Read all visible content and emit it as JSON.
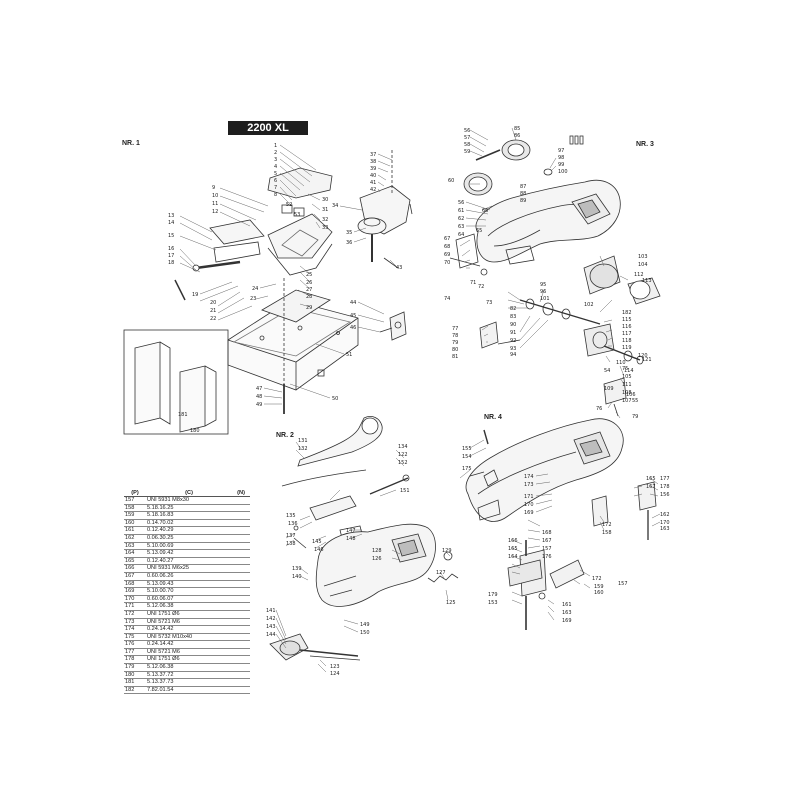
{
  "model_badge": "2200 XL",
  "sections": [
    "NR. 1",
    "NR. 2",
    "NR. 3",
    "NR. 4"
  ],
  "parts_table": {
    "headers": [
      "(P)",
      "(C)",
      "(N)"
    ],
    "rows": [
      [
        "157",
        "UNI 5931 M8x30",
        ""
      ],
      [
        "158",
        "5.18.16.25",
        ""
      ],
      [
        "159",
        "5.18.16.83",
        ""
      ],
      [
        "160",
        "0.14.70.02",
        ""
      ],
      [
        "161",
        "0.12.40.29",
        ""
      ],
      [
        "162",
        "0.06.30.25",
        ""
      ],
      [
        "163",
        "5.10.00.69",
        ""
      ],
      [
        "164",
        "5.13.09.42",
        ""
      ],
      [
        "165",
        "0.12.40.27",
        ""
      ],
      [
        "166",
        "UNI 5931 M6x25",
        ""
      ],
      [
        "167",
        "0.60.06.26",
        ""
      ],
      [
        "168",
        "5.13.09.43",
        ""
      ],
      [
        "169",
        "5.10.00.70",
        ""
      ],
      [
        "170",
        "0.60.06.07",
        ""
      ],
      [
        "171",
        "5.12.06.38",
        ""
      ],
      [
        "172",
        "UNI 1751 Ø6",
        ""
      ],
      [
        "173",
        "UNI 5721 M6",
        ""
      ],
      [
        "174",
        "0.24.14.42",
        ""
      ],
      [
        "175",
        "UNI 5732 M10x40",
        ""
      ],
      [
        "176",
        "0.24.14.42",
        ""
      ],
      [
        "177",
        "UNI 5721 M6",
        ""
      ],
      [
        "178",
        "UNI 1751 Ø6",
        ""
      ],
      [
        "179",
        "5.12.06.38",
        ""
      ],
      [
        "180",
        "5.13.37.72",
        ""
      ],
      [
        "181",
        "5.13.37.73",
        ""
      ],
      [
        "182",
        "7.82.01.54",
        ""
      ]
    ]
  },
  "callouts": {
    "nr1": [
      "1",
      "2",
      "3",
      "4",
      "5",
      "6",
      "7",
      "8",
      "9",
      "10",
      "11",
      "12",
      "13",
      "14",
      "15",
      "16",
      "17",
      "18",
      "19",
      "20",
      "21",
      "22",
      "23",
      "24",
      "25",
      "26",
      "27",
      "28",
      "29",
      "30",
      "31",
      "32",
      "33",
      "34",
      "35",
      "36",
      "37",
      "38",
      "39",
      "40",
      "41",
      "42",
      "43",
      "44",
      "45",
      "46",
      "47",
      "48",
      "49",
      "50",
      "51",
      "52",
      "53",
      "181",
      "180"
    ],
    "nr3": [
      "56",
      "57",
      "58",
      "59",
      "85",
      "86",
      "97",
      "98",
      "99",
      "100",
      "60",
      "66",
      "87",
      "88",
      "89",
      "56",
      "61",
      "62",
      "63",
      "64",
      "65",
      "67",
      "68",
      "69",
      "70",
      "71",
      "74",
      "72",
      "73",
      "77",
      "78",
      "79",
      "80",
      "81",
      "82",
      "83",
      "90",
      "91",
      "92",
      "93",
      "94",
      "95",
      "96",
      "101",
      "102",
      "103",
      "104",
      "112",
      "113",
      "182",
      "115",
      "116",
      "117",
      "118",
      "119",
      "120",
      "121",
      "75",
      "105",
      "111",
      "108",
      "107",
      "106",
      "55",
      "54",
      "109",
      "110",
      "114",
      "76",
      "79",
      "116"
    ],
    "nr2": [
      "131",
      "132",
      "134",
      "122",
      "152",
      "151",
      "135",
      "136",
      "137",
      "138",
      "145",
      "146",
      "147",
      "148",
      "139",
      "140",
      "128",
      "126",
      "129",
      "127",
      "125",
      "141",
      "142",
      "143",
      "144",
      "149",
      "150",
      "123",
      "124"
    ],
    "nr4": [
      "155",
      "154",
      "175",
      "174",
      "173",
      "171",
      "170",
      "169",
      "177",
      "178",
      "156",
      "165",
      "167",
      "162",
      "170",
      "163",
      "172",
      "158",
      "168",
      "167",
      "157",
      "176",
      "166",
      "165",
      "164",
      "179",
      "153",
      "161",
      "163",
      "169",
      "159",
      "160",
      "172",
      "157"
    ]
  }
}
